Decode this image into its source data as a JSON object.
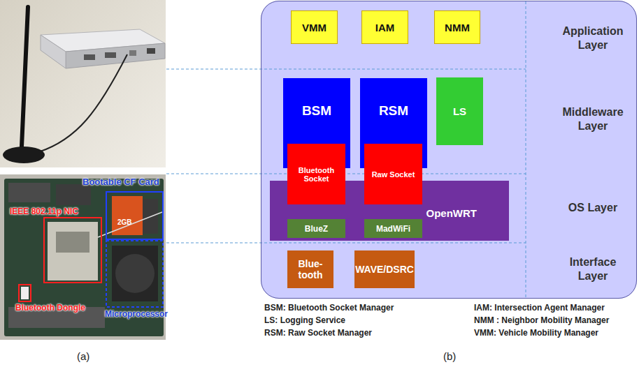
{
  "diagram": {
    "nodes": [
      {
        "text": [
          "Application Layer",
          "Middleware Layer",
          "OS Layer",
          "Interface Layer"
        ]
      },
      {
        "text": [
          "VMM"
        ],
        "in": 0
      },
      {
        "text": [
          "IAM"
        ],
        "in": 0
      },
      {
        "text": [
          "NMM"
        ],
        "in": 0
      },
      {
        "text": [
          "BSM"
        ],
        "in": 0
      },
      {
        "text": [
          "RSM"
        ],
        "in": 0
      },
      {
        "text": [
          "LS"
        ],
        "in": 0
      },
      {
        "text": [
          "Bluetooth Socket"
        ],
        "in": 0
      },
      {
        "text": [
          "Raw Socket"
        ],
        "in": 0
      },
      {
        "text": [
          "OpenWRT"
        ],
        "in": 0
      },
      {
        "text": [
          "BlueZ"
        ],
        "in": 9
      },
      {
        "text": [
          "MadWiFi"
        ],
        "in": 9
      },
      {
        "text": [
          "Blue-tooth"
        ],
        "in": 0
      },
      {
        "text": [
          "WAVE/DSRC"
        ],
        "in": 0
      }
    ],
    "labels": [
      "Bootable CF Card",
      "IEEE 802.11p NIC",
      "2GB",
      "Bluetooth Dongle",
      "Microprocessor",
      "(a)",
      "(b)",
      "BSM: Bluetooth Socket Manager",
      "LS: Logging Service",
      "RSM: Raw Socket Manager",
      "IAM: Intersection Agent Manager",
      "NMM : Neighbor Mobility Manager",
      "VMM: Vehicle Mobility Manager"
    ]
  }
}
